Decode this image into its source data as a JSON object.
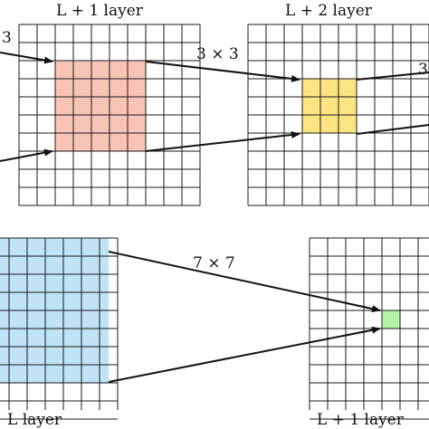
{
  "labels": {
    "top_middle": "L + 1 layer",
    "top_right": "L + 2 layer",
    "bottom_left": "L layer",
    "bottom_right": "L + 1 layer",
    "kernel_top_left": "3",
    "kernel_top_mid": "3 × 3",
    "kernel_top_right": "3",
    "kernel_bottom": "7 × 7"
  },
  "colors": {
    "receptive_top_middle": "#f7c4b6",
    "receptive_top_right": "#fde483",
    "receptive_bottom_left": "#bfe3f7",
    "target_bottom_right": "#b4f2a6",
    "grid": "#1a1a1a"
  },
  "grids": {
    "rows": 10,
    "cols": 10
  }
}
